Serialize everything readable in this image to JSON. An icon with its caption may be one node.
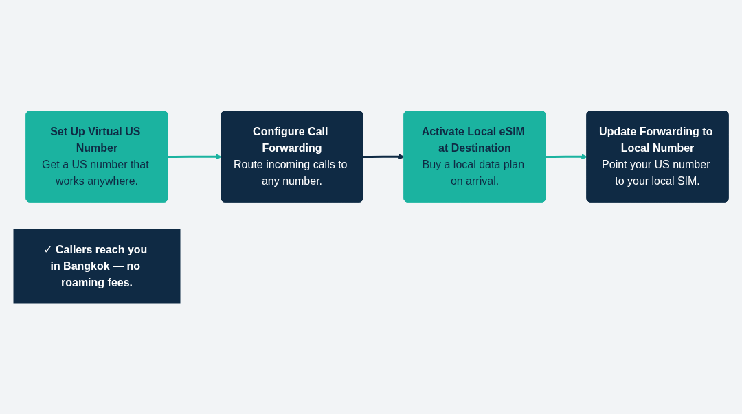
{
  "diagram": {
    "nodes": [
      {
        "text": [
          "Set Up Virtual US Number",
          "Get a US number that works anywhere."
        ]
      },
      {
        "text": [
          "Configure Call Forwarding",
          "Route incoming calls to any number."
        ]
      },
      {
        "text": [
          "Activate Local eSIM at Destination",
          "Buy a local data plan on arrival."
        ]
      },
      {
        "text": [
          "Update Forwarding to Local Number",
          "Point your US number to your local SIM."
        ]
      },
      {
        "text": [
          "✓ Callers reach you in Bangkok — no roaming fees."
        ]
      }
    ],
    "edges": [
      {
        "from": 0,
        "to": 1,
        "arrow": "to"
      },
      {
        "from": 1,
        "to": 2,
        "arrow": "to",
        "color": "#0f2a44"
      },
      {
        "from": 2,
        "to": 3,
        "arrow": "to"
      }
    ]
  }
}
